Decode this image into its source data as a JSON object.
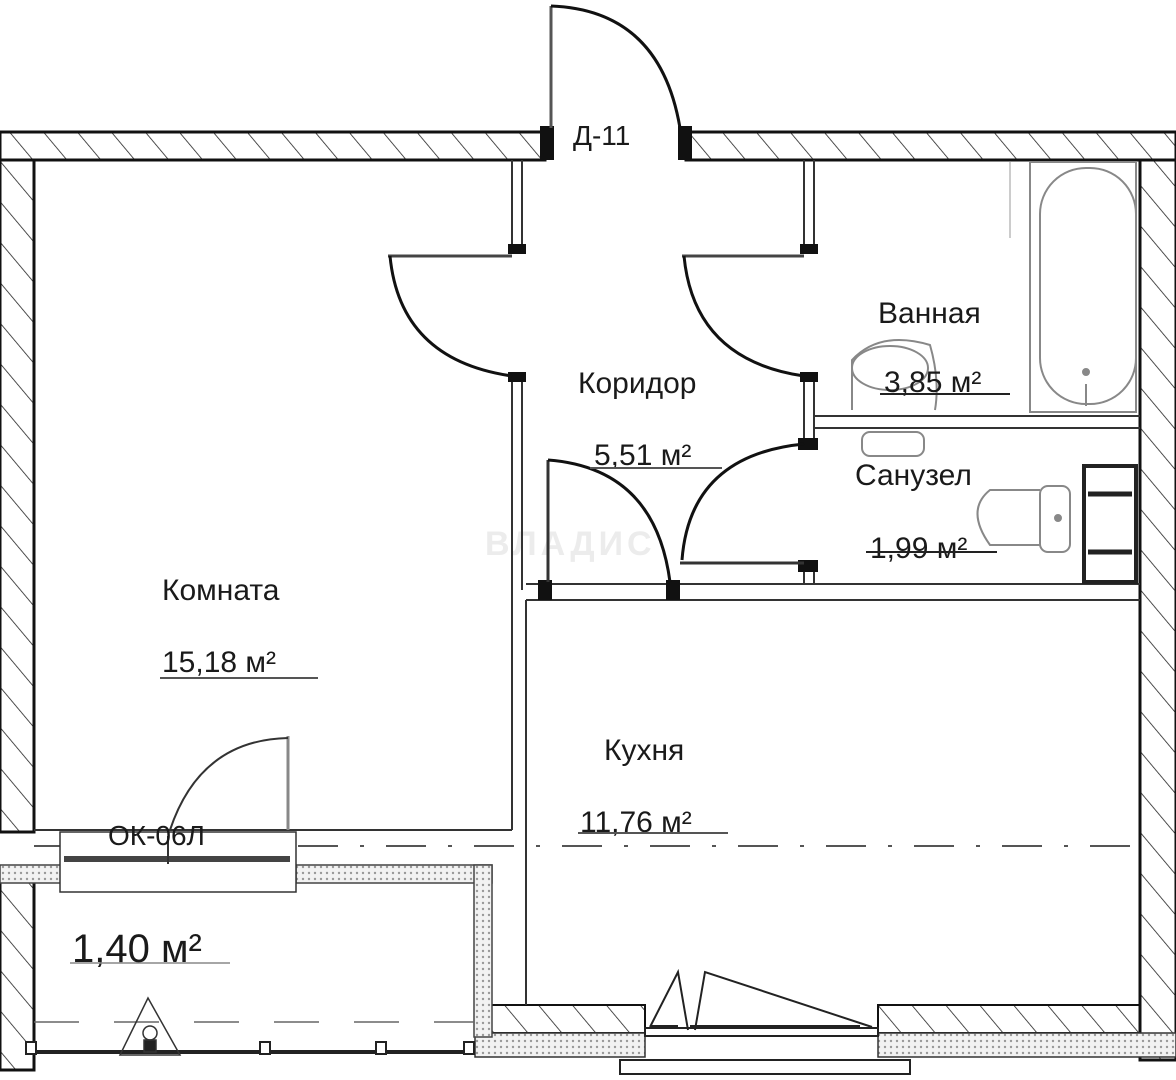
{
  "plan": {
    "entrance_door_tag": "Д-11",
    "balcony_window_tag": "ОК-06Л",
    "watermark": "ВЛАДИС",
    "rooms": [
      {
        "id": "room",
        "name": "Комната",
        "area": "15,18 м²"
      },
      {
        "id": "corridor",
        "name": "Коридор",
        "area": "5,51 м²"
      },
      {
        "id": "bathroom",
        "name": "Ванная",
        "area": "3,85 м²"
      },
      {
        "id": "toilet",
        "name": "Санузел",
        "area": "1,99 м²"
      },
      {
        "id": "kitchen",
        "name": "Кухня",
        "area": "11,76 м²"
      },
      {
        "id": "balcony",
        "name": "",
        "area": "1,40 м²"
      }
    ]
  }
}
